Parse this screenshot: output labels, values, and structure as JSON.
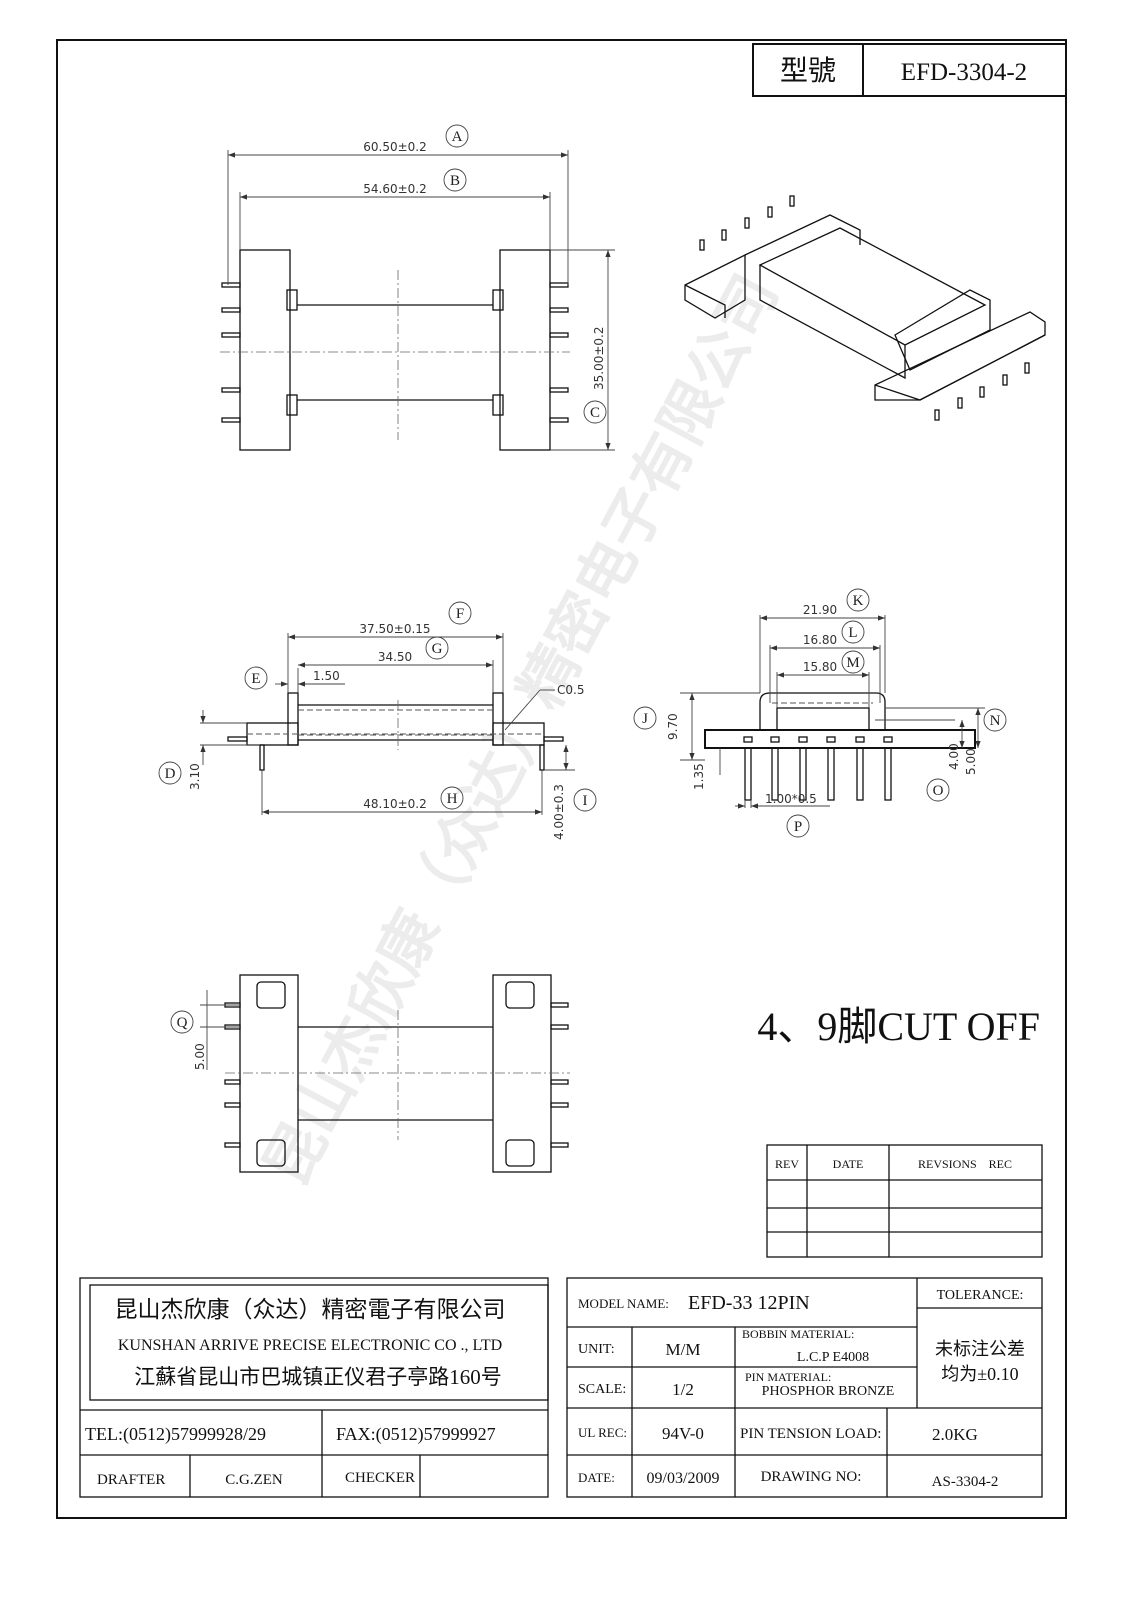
{
  "header": {
    "model_label": "型號",
    "model_value": "EFD-3304-2"
  },
  "watermark": "昆山杰欣康（众达）精密电子有限公司",
  "dimensions": {
    "A": {
      "label": "A",
      "value": "60.50±0.2"
    },
    "B": {
      "label": "B",
      "value": "54.60±0.2"
    },
    "C": {
      "label": "C",
      "value": "35.00±0.2"
    },
    "D": {
      "label": "D",
      "value": "3.10"
    },
    "E": {
      "label": "E",
      "value": "1.50"
    },
    "F": {
      "label": "F",
      "value": "37.50±0.15"
    },
    "G": {
      "label": "G",
      "value": "34.50"
    },
    "H": {
      "label": "H",
      "value": "48.10±0.2"
    },
    "I": {
      "label": "I",
      "value": "4.00±0.3"
    },
    "J": {
      "label": "J",
      "value": "9.70"
    },
    "K": {
      "label": "K",
      "value": "21.90"
    },
    "L": {
      "label": "L",
      "value": "16.80"
    },
    "M": {
      "label": "M",
      "value": "15.80"
    },
    "N": {
      "label": "N",
      "value": "5.00"
    },
    "O": {
      "label": "O",
      "value": "4.00"
    },
    "P": {
      "label": "P",
      "value": "1.00*0.5"
    },
    "Q": {
      "label": "Q",
      "value": "5.00"
    },
    "chamfer": "C0.5",
    "pin_height": "1.35"
  },
  "note": "4、9脚CUT OFF",
  "revisions": {
    "headers": [
      "REV",
      "DATE",
      "REVSIONS　REC"
    ],
    "rows": [
      [
        "",
        "",
        ""
      ],
      [
        "",
        "",
        ""
      ],
      [
        "",
        "",
        ""
      ]
    ]
  },
  "company": {
    "name_cn": "昆山杰欣康（众达）精密電子有限公司",
    "name_en": "KUNSHAN ARRIVE PRECISE ELECTRONIC CO ., LTD",
    "address": "江蘇省昆山市巴城镇正仪君子亭路160号",
    "tel": "TEL:(0512)57999928/29",
    "fax": "FAX:(0512)57999927",
    "drafter_label": "DRAFTER",
    "drafter": "C.G.ZEN",
    "checker_label": "CHECKER",
    "checker": ""
  },
  "title_block": {
    "model_name_label": "MODEL NAME:",
    "model_name": "EFD-33 12PIN",
    "tolerance_label": "TOLERANCE:",
    "tolerance_line1": "未标注公差",
    "tolerance_line2": "均为±0.10",
    "unit_label": "UNIT:",
    "unit": "M/M",
    "bobbin_material_label": "BOBBIN MATERIAL:",
    "bobbin_material": "L.C.P E4008",
    "scale_label": "SCALE:",
    "scale": "1/2",
    "pin_material_label": "PIN MATERIAL:",
    "pin_material": "PHOSPHOR BRONZE",
    "ul_label": "UL REC:",
    "ul": "94V-0",
    "pin_tension_label": "PIN TENSION LOAD:",
    "pin_tension": "2.0KG",
    "date_label": "DATE:",
    "date": "09/03/2009",
    "drawing_no_label": "DRAWING NO:",
    "drawing_no": "AS-3304-2"
  }
}
